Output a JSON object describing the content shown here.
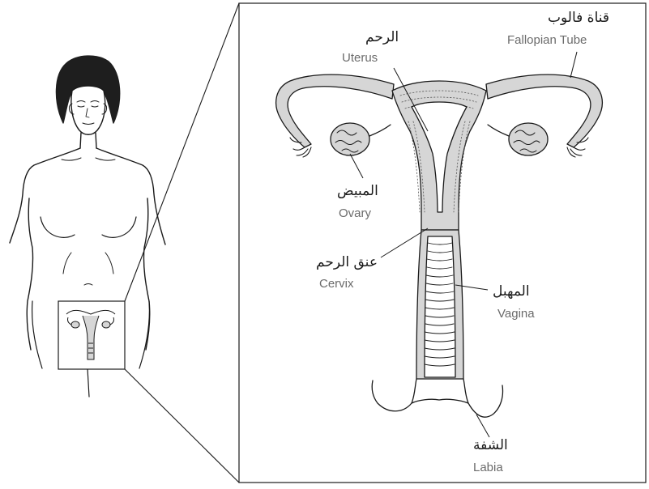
{
  "labels": {
    "uterus": {
      "ar": "الرحم",
      "en": "Uterus"
    },
    "fallopian_tube": {
      "ar": "قناة فالوب",
      "en": "Fallopian Tube"
    },
    "ovary": {
      "ar": "المبيض",
      "en": "Ovary"
    },
    "cervix": {
      "ar": "عنق الرحم",
      "en": "Cervix"
    },
    "vagina": {
      "ar": "المهبل",
      "en": "Vagina"
    },
    "labia": {
      "ar": "الشفة",
      "en": "Labia"
    }
  },
  "colors": {
    "outline": "#1a1a1a",
    "tissue_fill": "#d6d6d6",
    "english_label": "#6b6b6b",
    "arabic_label": "#1a1a1a"
  }
}
